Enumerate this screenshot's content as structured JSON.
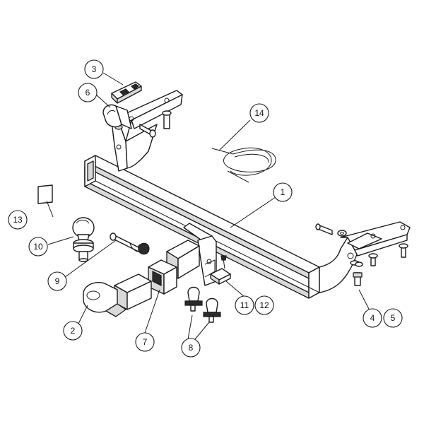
{
  "callouts": {
    "c1": "1",
    "c2": "2",
    "c3": "3",
    "c4": "4",
    "c5": "5",
    "c6": "6",
    "c7": "7",
    "c8": "8",
    "c9": "9",
    "c10": "10",
    "c11": "11",
    "c12": "12",
    "c13": "13",
    "c14": "14"
  },
  "colors": {
    "line": "#1a1a1a",
    "shade": "#d9d9d9",
    "background": "#ffffff"
  }
}
